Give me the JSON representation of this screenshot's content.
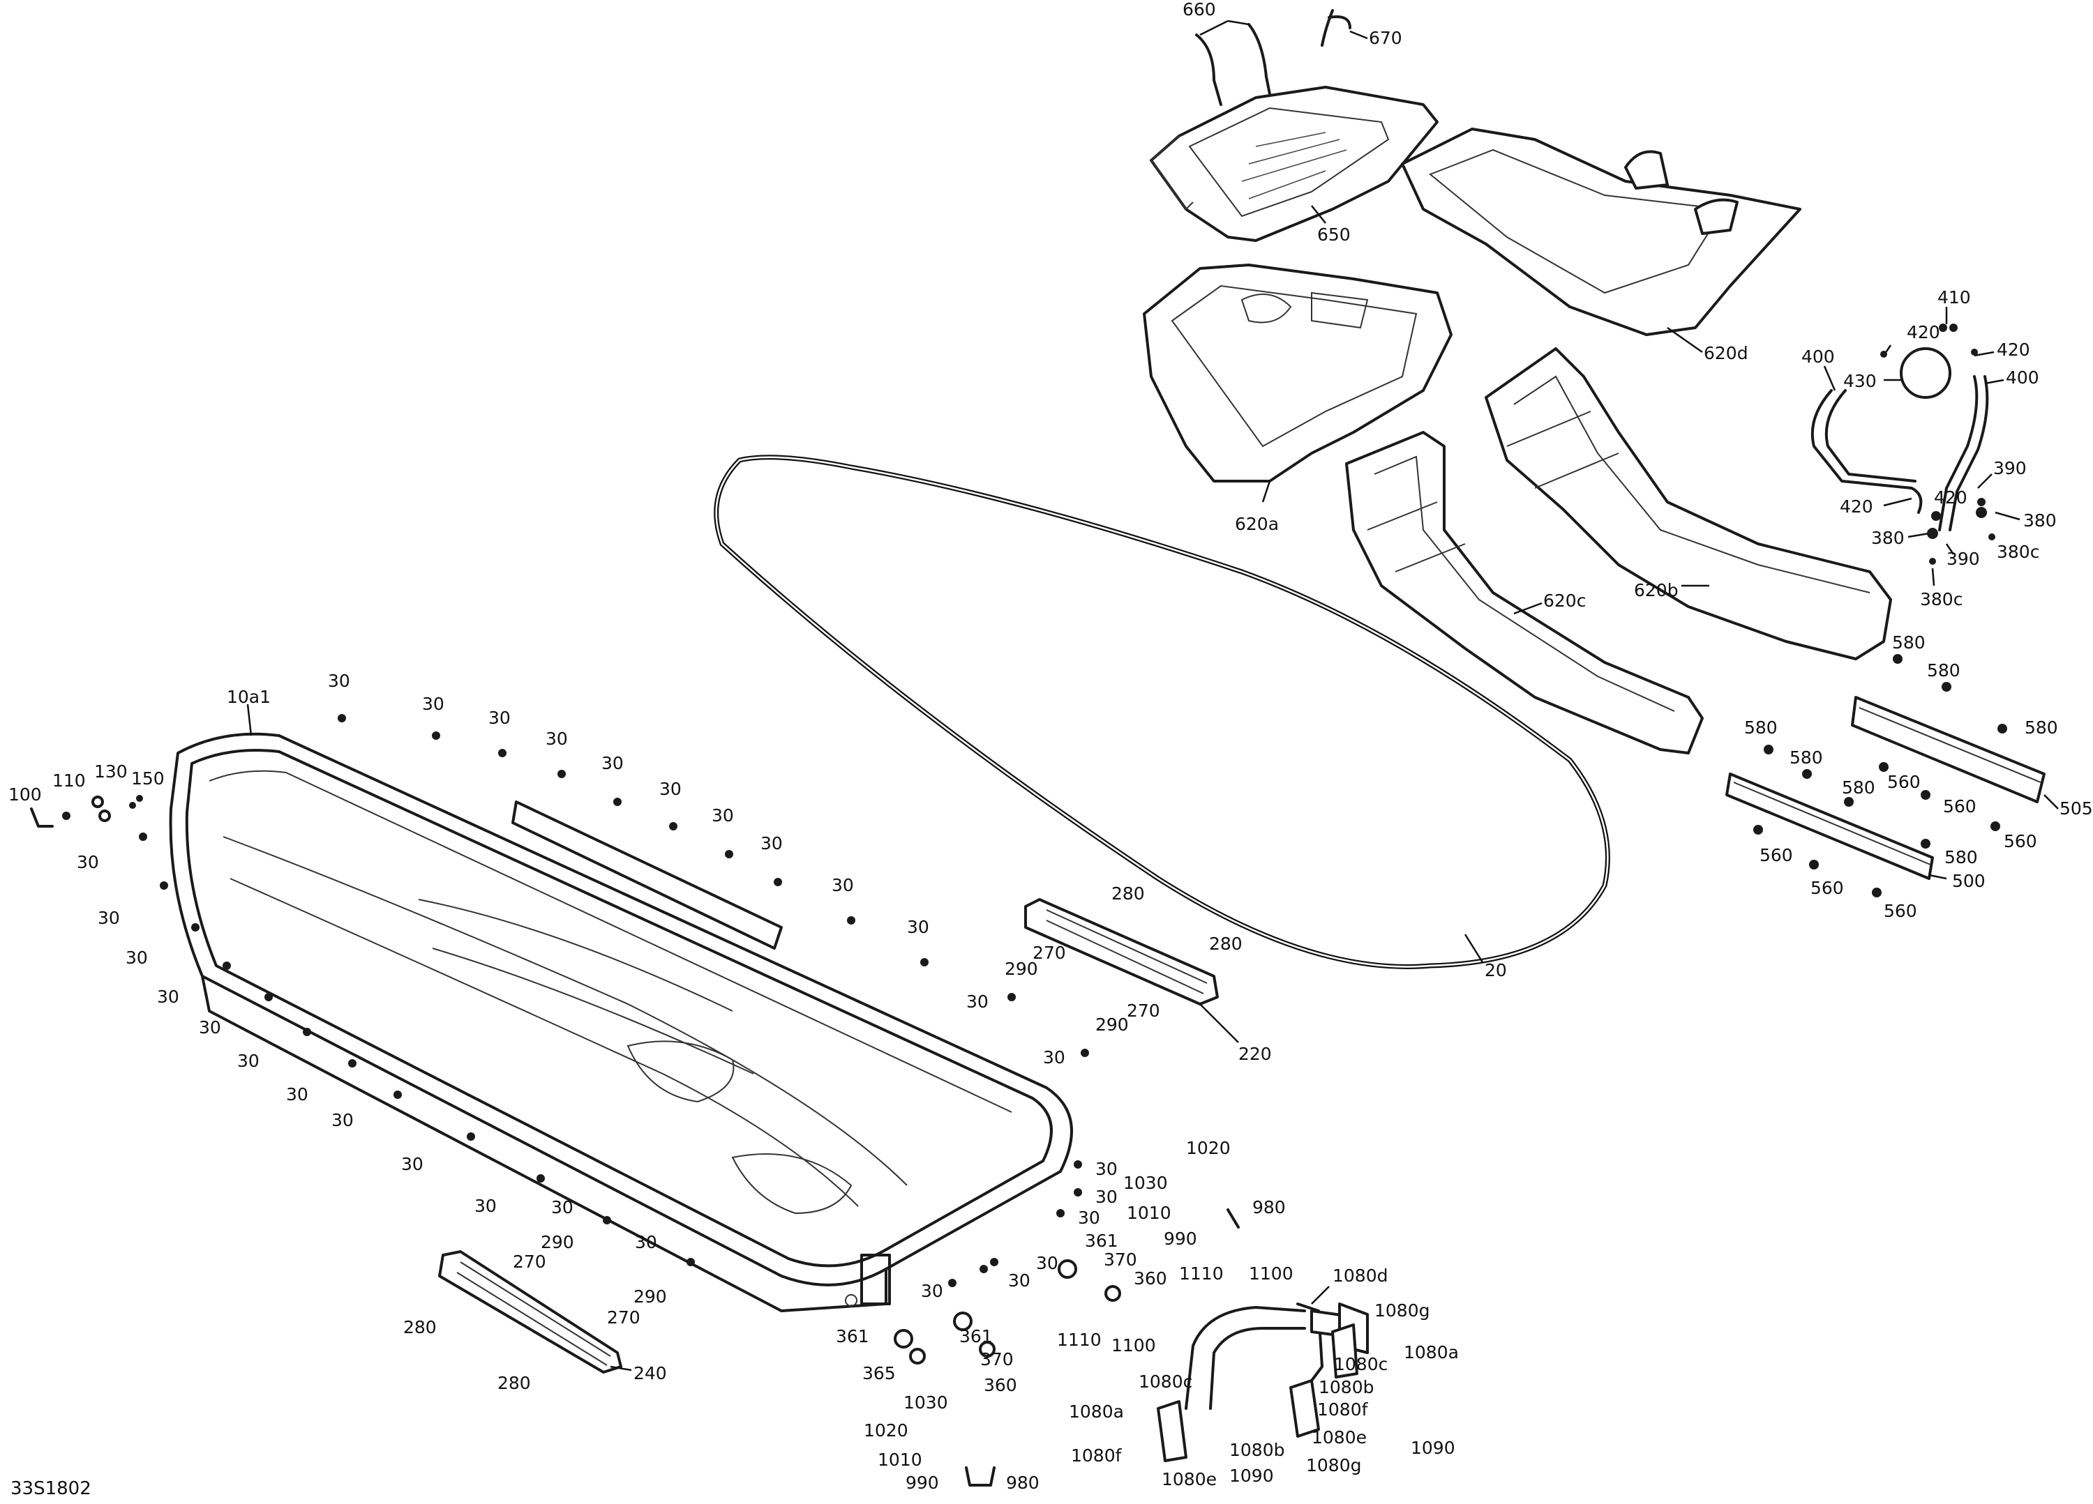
{
  "figure_code": "33S1802",
  "labels": {
    "p660": "660",
    "p670": "670",
    "p650": "650",
    "p620d": "620d",
    "p620a": "620a",
    "p620c": "620c",
    "p620b": "620b",
    "p20": "20",
    "p10a1": "10a1",
    "p100": "100",
    "p110": "110",
    "p130": "130",
    "p150": "150",
    "p410": "410",
    "p420": "420",
    "p400": "400",
    "p430": "430",
    "p390": "390",
    "p380": "380",
    "p380c": "380c",
    "p580": "580",
    "p560": "560",
    "p505": "505",
    "p500": "500",
    "p30": "30",
    "p280": "280",
    "p270": "270",
    "p290": "290",
    "p220": "220",
    "p240": "240",
    "p1020": "1020",
    "p1030": "1030",
    "p1010": "1010",
    "p990": "990",
    "p980": "980",
    "p361": "361",
    "p370": "370",
    "p360": "360",
    "p365": "365",
    "p1110": "1110",
    "p1100": "1100",
    "p1080a": "1080a",
    "p1080b": "1080b",
    "p1080c": "1080c",
    "p1080d": "1080d",
    "p1080e": "1080e",
    "p1080f": "1080f",
    "p1080g": "1080g",
    "p1090": "1090"
  }
}
